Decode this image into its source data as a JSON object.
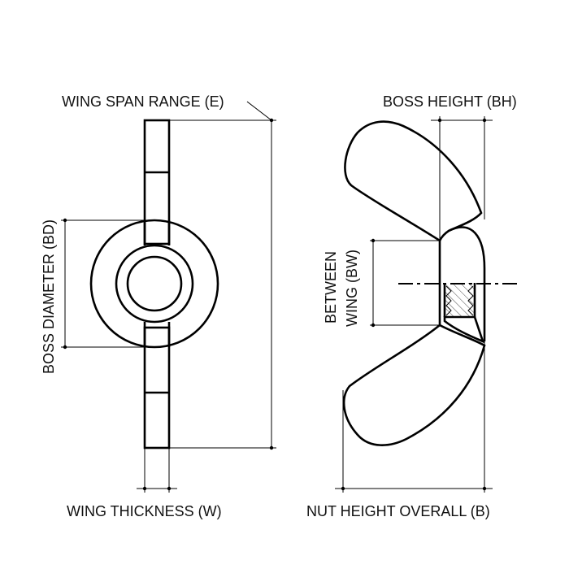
{
  "labels": {
    "wing_span": "WING SPAN RANGE (E)",
    "boss_height": "BOSS HEIGHT (BH)",
    "boss_diameter": "BOSS DIAMETER (BD)",
    "between_line1": "BETWEEN",
    "between_line2": "WING (BW)",
    "wing_thickness": "WING THICKNESS (W)",
    "nut_height": "NUT HEIGHT OVERALL (B)"
  },
  "colors": {
    "line": "#000000",
    "background": "#ffffff"
  }
}
